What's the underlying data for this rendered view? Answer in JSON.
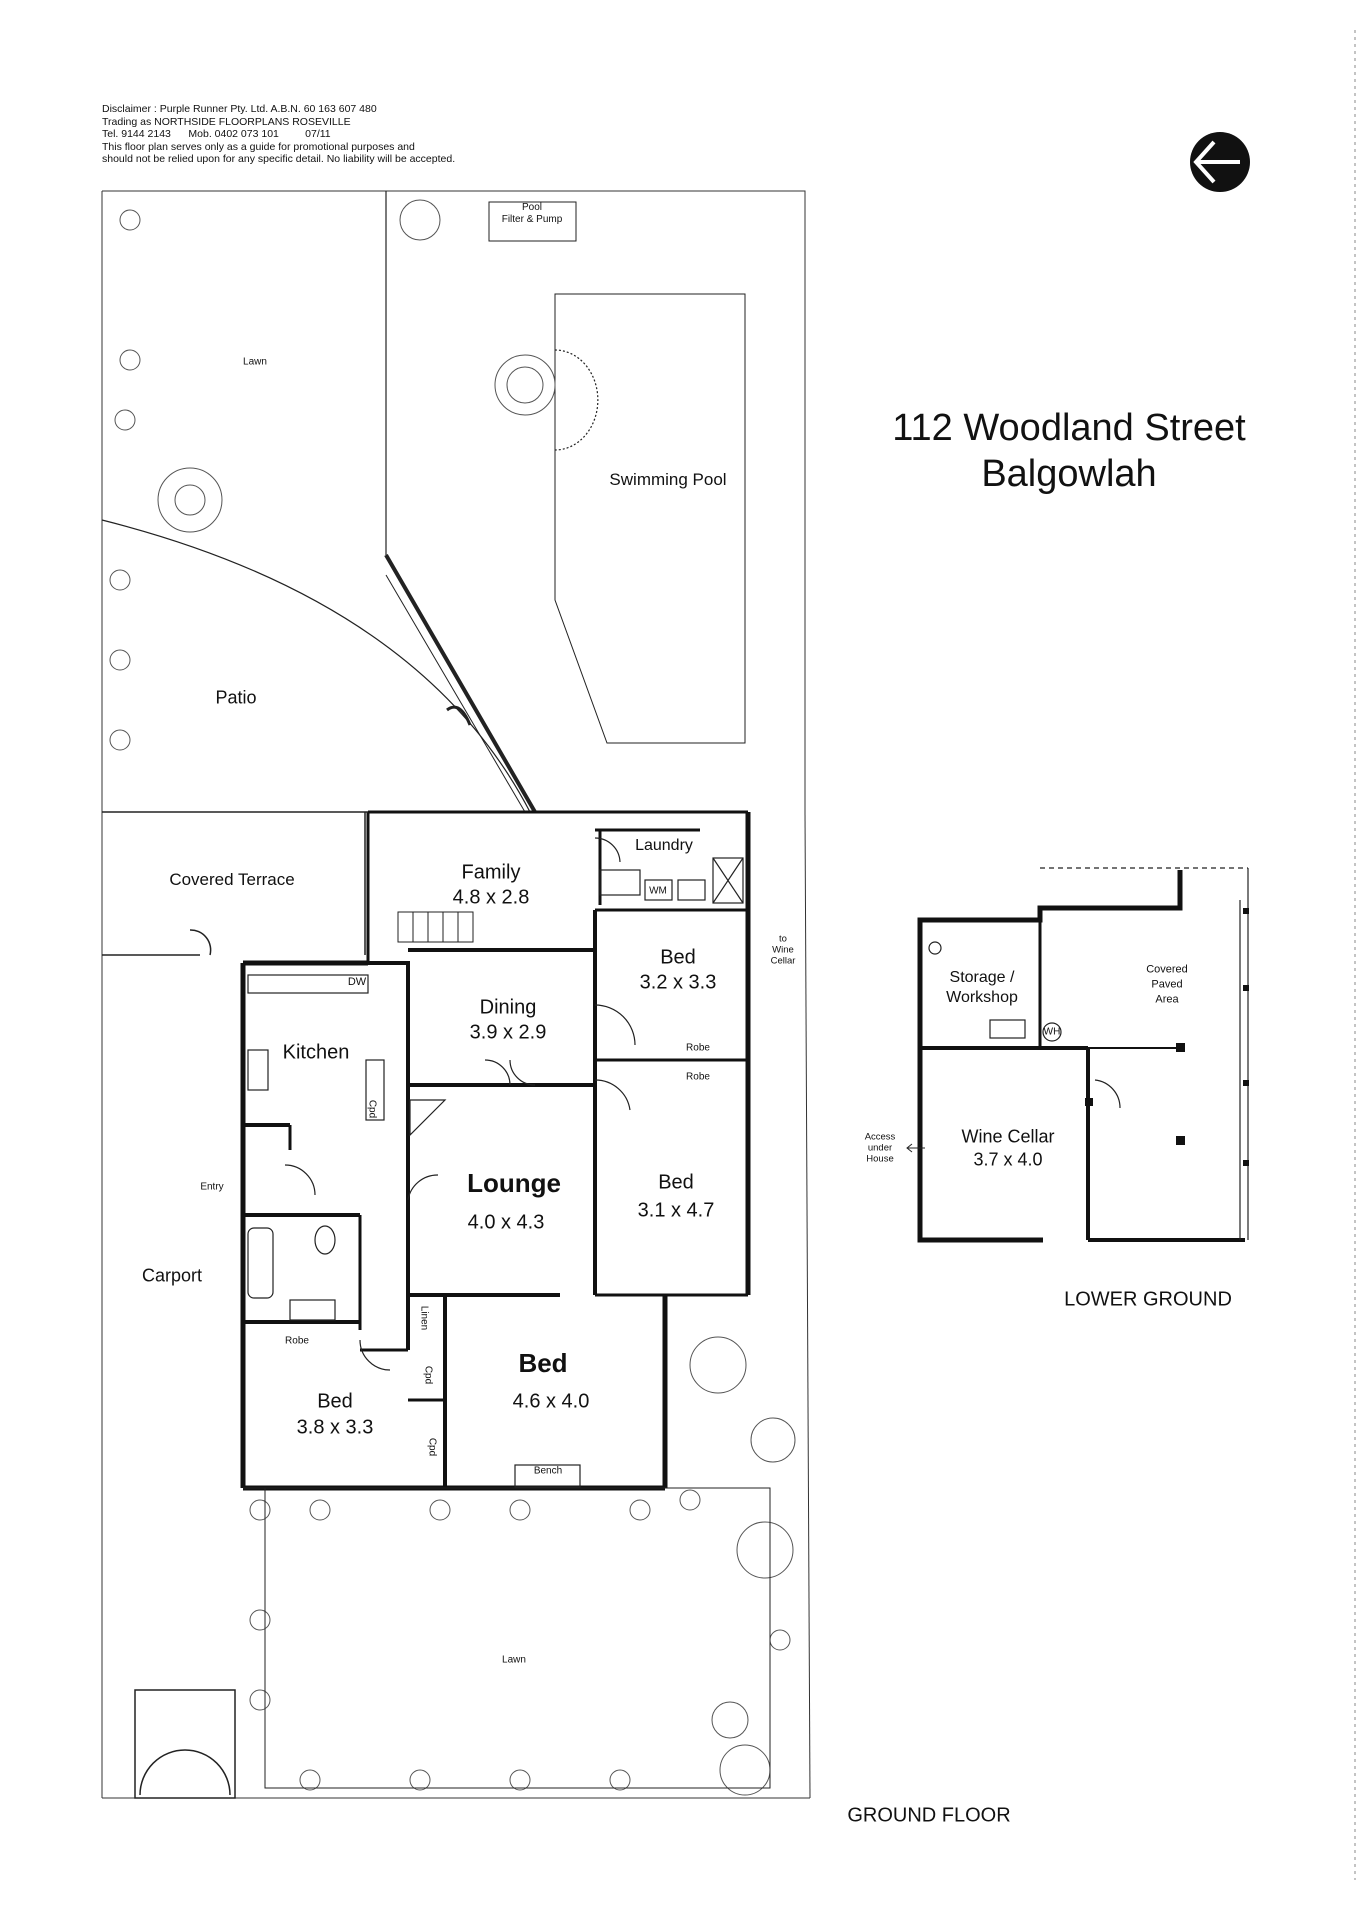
{
  "disclaimer": {
    "line1": "Disclaimer : Purple Runner Pty. Ltd. A.B.N. 60 163 607 480",
    "line2": "Trading as NORTHSIDE FLOORPLANS ROSEVILLE",
    "line3": "Tel. 9144 2143      Mob. 0402 073 101         07/11",
    "line4": "This floor plan serves only as a guide for promotional purposes and",
    "line5": "should not be relied upon for any specific detail. No liability will be accepted."
  },
  "address": {
    "line1": "112 Woodland Street",
    "line2": "Balgowlah"
  },
  "compass": {
    "icon": "north-arrow-icon"
  },
  "outdoor": {
    "pool_filter": "Pool\nFilter & Pump",
    "lawn_top": "Lawn",
    "swimming_pool": "Swimming Pool",
    "patio": "Patio",
    "covered_terrace": "Covered Terrace",
    "carport": "Carport",
    "lawn_bottom": "Lawn",
    "entry": "Entry",
    "to_wine_cellar": "to\nWine\nCellar"
  },
  "ground_floor": {
    "title": "GROUND FLOOR",
    "family": {
      "name": "Family",
      "size": "4.8 x 2.8"
    },
    "laundry": {
      "name": "Laundry"
    },
    "dining": {
      "name": "Dining",
      "size": "3.9 x 2.9"
    },
    "kitchen": {
      "name": "Kitchen"
    },
    "lounge": {
      "name": "Lounge",
      "size": "4.0 x 4.3"
    },
    "bed1": {
      "name": "Bed",
      "size": "3.2 x 3.3"
    },
    "bed2": {
      "name": "Bed",
      "size": "3.1 x 4.7"
    },
    "bed3": {
      "name": "Bed",
      "size": "4.6 x 4.0"
    },
    "bed4": {
      "name": "Bed",
      "size": "3.8 x 3.3"
    },
    "robe1": "Robe",
    "robe2": "Robe",
    "robe3": "Robe",
    "linen": "Linen",
    "cpd1": "Cpd",
    "cpd2": "Cpd",
    "cpd3": "Cpd",
    "bench": "Bench",
    "dw": "DW",
    "wm": "WM"
  },
  "lower_ground": {
    "title": "LOWER GROUND",
    "storage": "Storage /\nWorkshop",
    "covered_paved": "Covered\nPaved\nArea",
    "wine_cellar": {
      "name": "Wine Cellar",
      "size": "3.7 x 4.0"
    },
    "access": "Access\nunder\nHouse",
    "wh": "WH"
  }
}
